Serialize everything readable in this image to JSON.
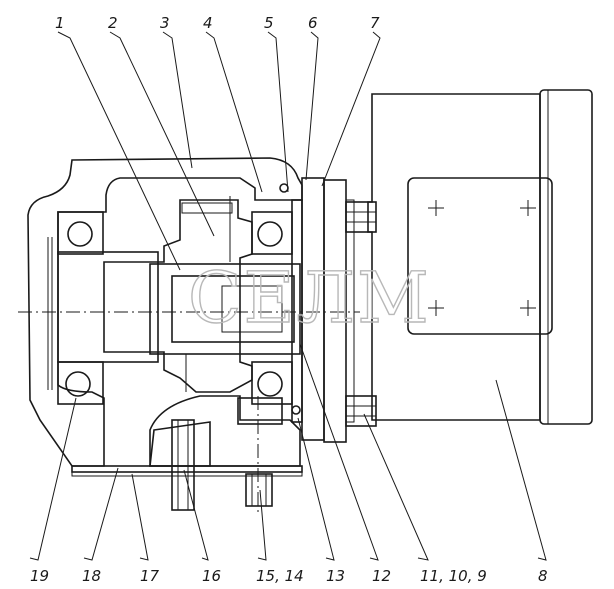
{
  "top_callouts": [
    "1",
    "2",
    "3",
    "4",
    "5",
    "6",
    "7"
  ],
  "bottom_callouts": [
    "19",
    "18",
    "17",
    "16",
    "15, 14",
    "13",
    "12",
    "11, 10, 9",
    "8"
  ],
  "watermark": "СЕЛМ"
}
